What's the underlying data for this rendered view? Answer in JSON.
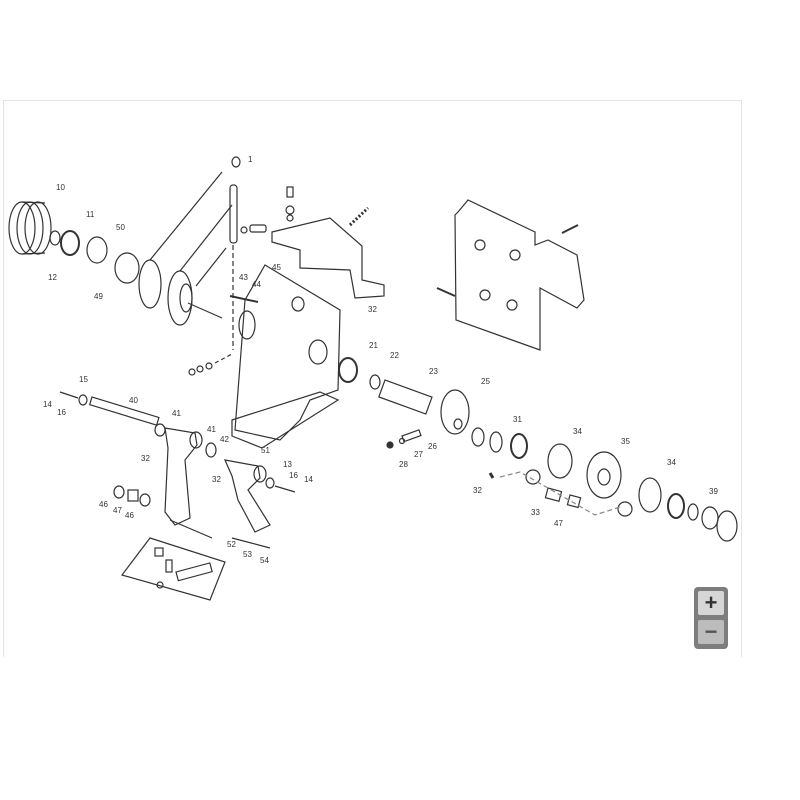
{
  "viewer": {
    "zoom_in_label": "+",
    "zoom_out_label": "−"
  },
  "callouts": [
    "1",
    "10",
    "11",
    "50",
    "12",
    "49",
    "43",
    "44",
    "45",
    "32",
    "21",
    "22",
    "23",
    "25",
    "15",
    "14",
    "16",
    "40",
    "41",
    "41",
    "42",
    "32",
    "51",
    "13",
    "16",
    "14",
    "32",
    "46",
    "47",
    "46",
    "52",
    "53",
    "54",
    "31",
    "34",
    "35",
    "34",
    "39",
    "28",
    "27",
    "26",
    "32",
    "33",
    "47"
  ],
  "colors": {
    "line": "#333333",
    "control_bg": "#7d7d7d",
    "button_bg": "#d6d6d6"
  }
}
